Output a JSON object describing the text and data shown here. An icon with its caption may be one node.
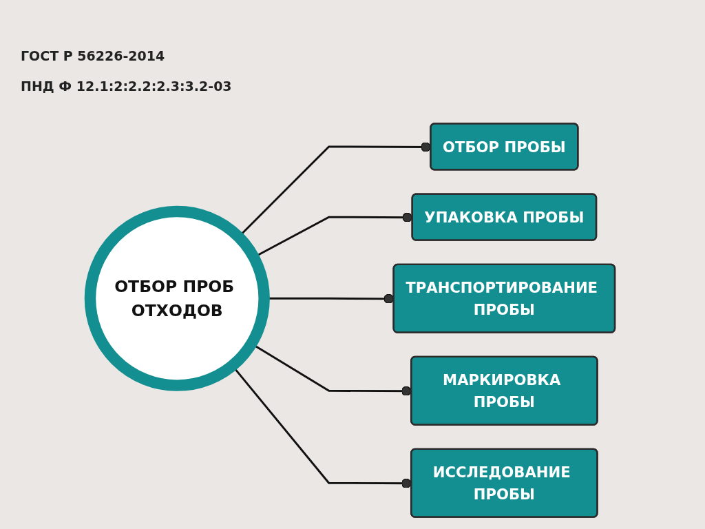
{
  "diagram": {
    "nodes": [
      {
        "text": [
          "ОТБОР ПРОБ ОТХОДОВ"
        ]
      },
      {
        "text": [
          "ОТБОР ПРОБЫ"
        ]
      },
      {
        "text": [
          "УПАКОВКА ПРОБЫ"
        ]
      },
      {
        "text": [
          "ТРАНСПОРТИРОВАНИЕ ПРОБЫ"
        ]
      },
      {
        "text": [
          "МАРКИРОВКА ПРОБЫ"
        ]
      },
      {
        "text": [
          "ИССЛЕДОВАНИЕ ПРОБЫ"
        ]
      }
    ],
    "edges": [
      {
        "from": 0,
        "to": 1,
        "arrow": "other"
      },
      {
        "from": 0,
        "to": 2,
        "arrow": "other"
      },
      {
        "from": 0,
        "to": 3,
        "arrow": "other"
      },
      {
        "from": 0,
        "to": 4,
        "arrow": "other"
      },
      {
        "from": 0,
        "to": 5,
        "arrow": "other"
      }
    ],
    "labels": [
      "ГОСТ Р 56226-2014",
      "ПНД Ф 12.1:2:2.2:2.3:3.2-03"
    ]
  }
}
